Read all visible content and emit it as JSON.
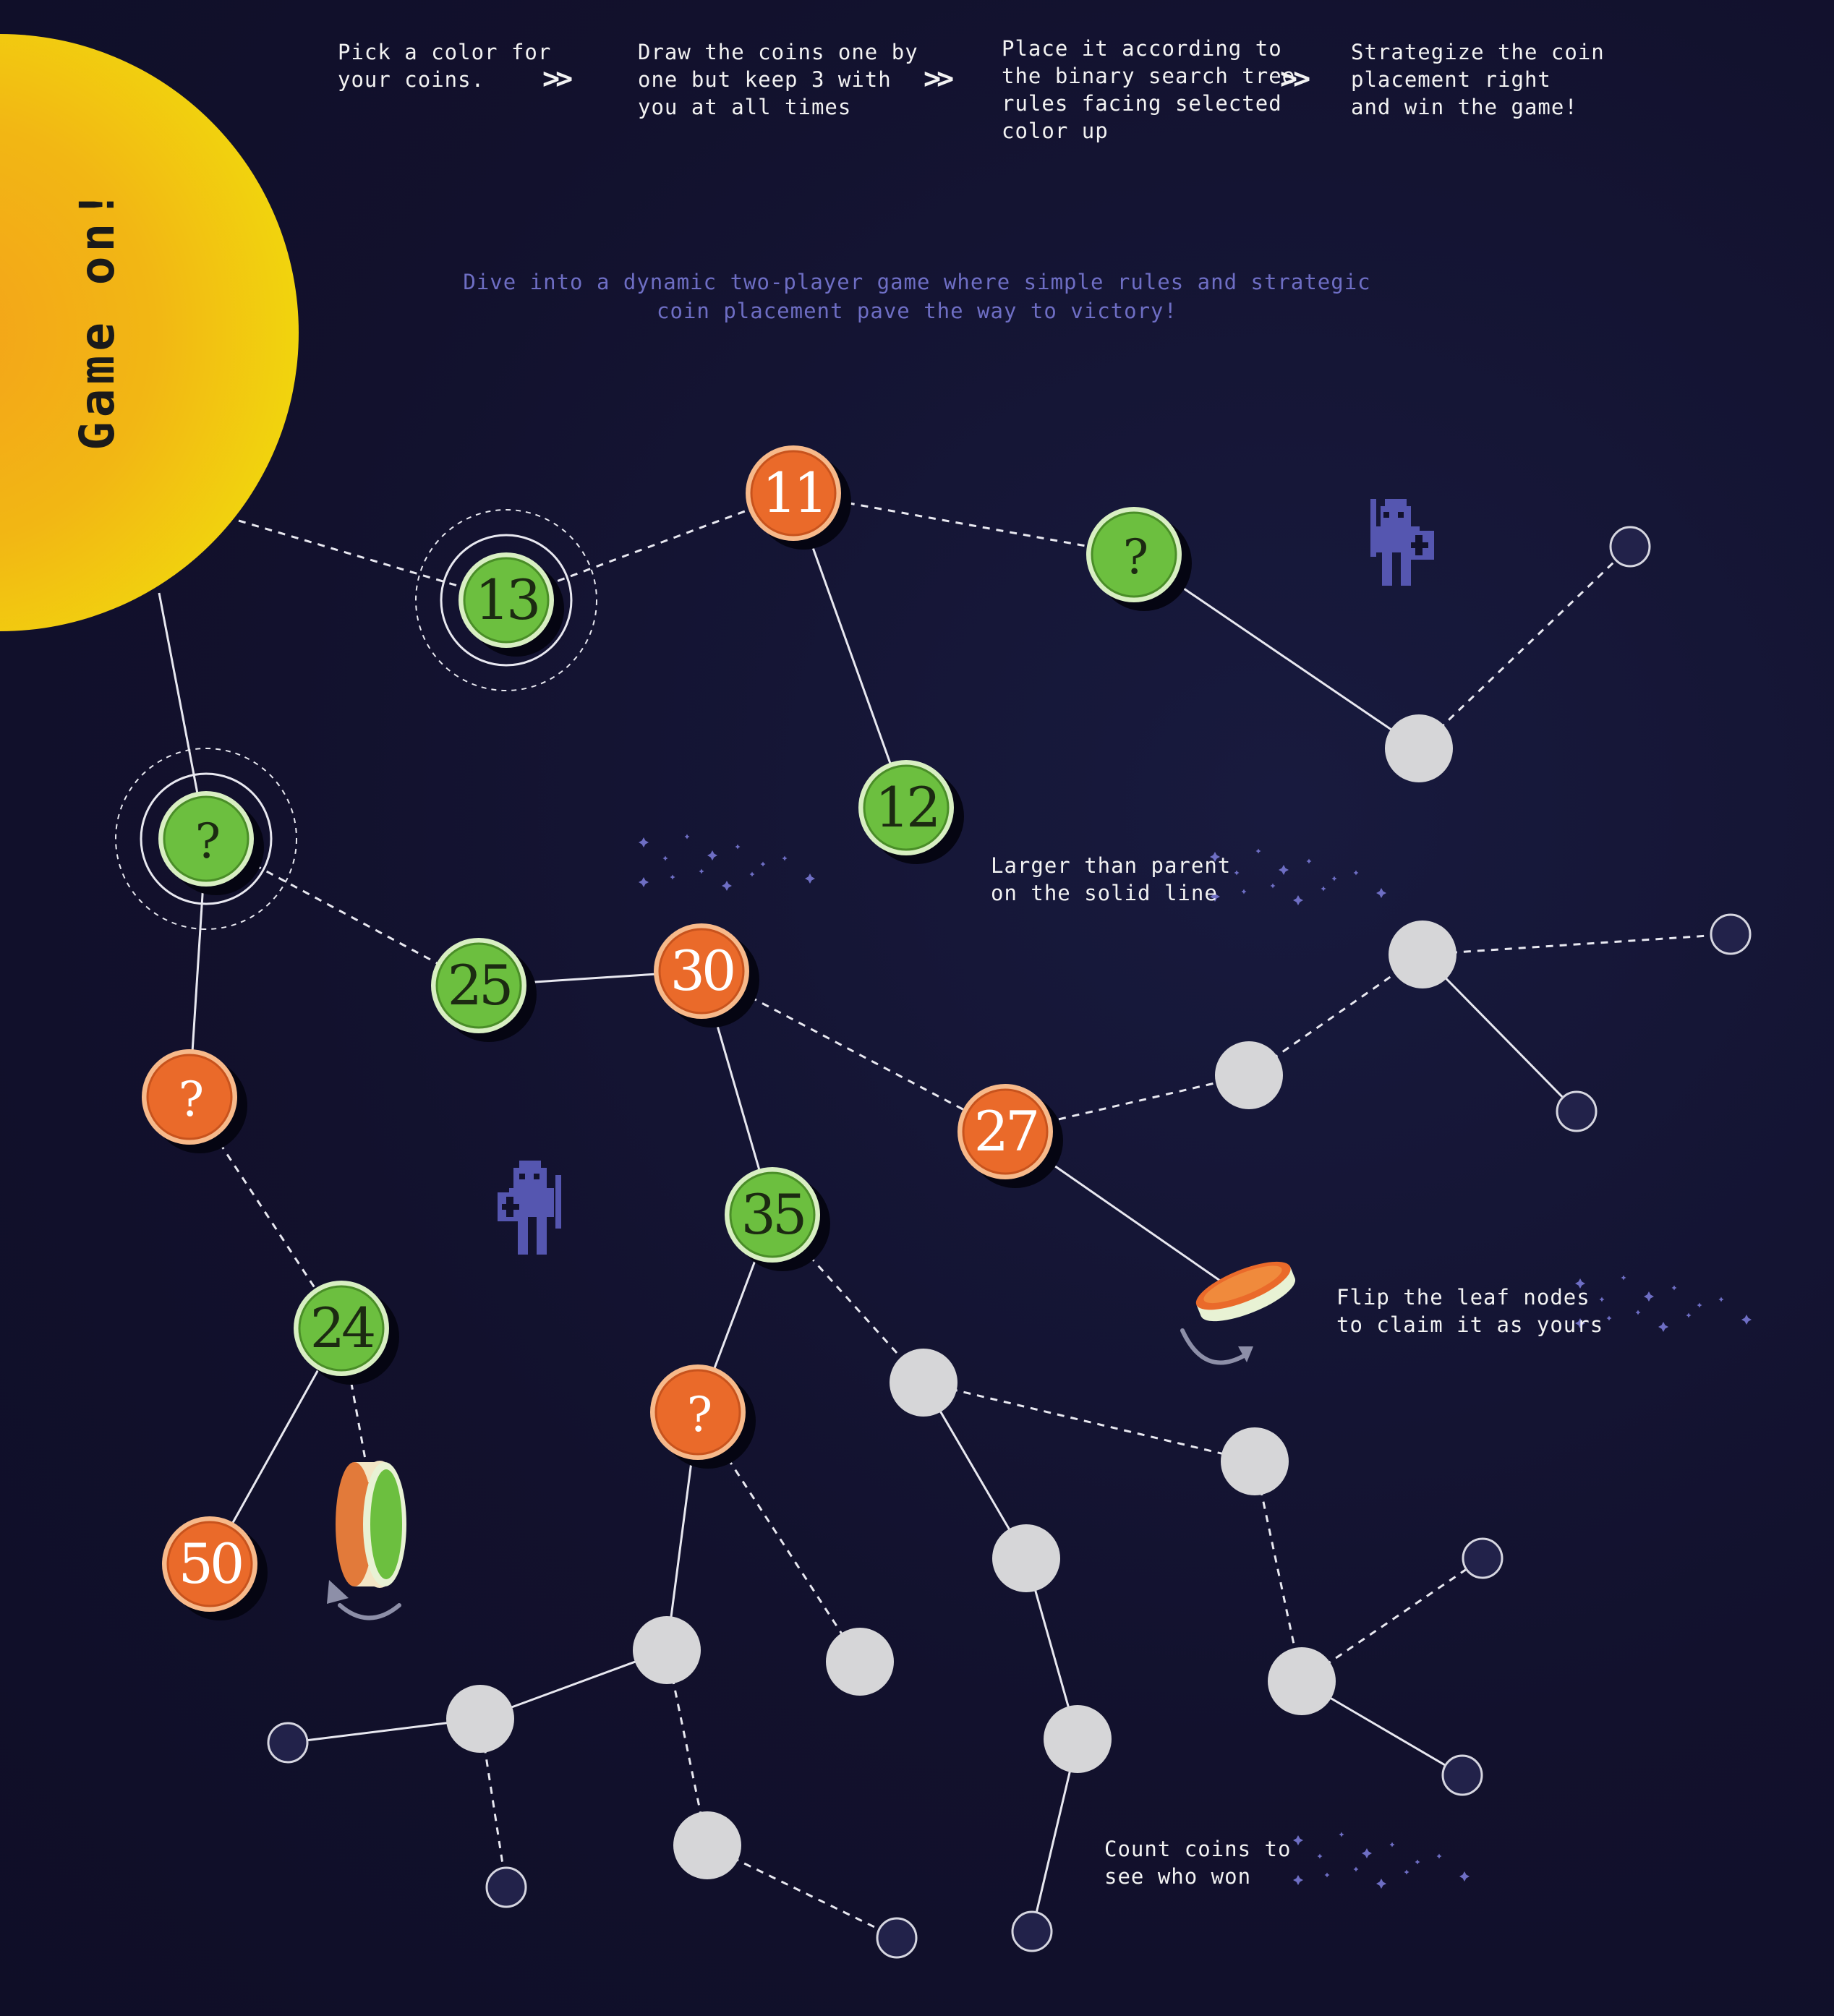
{
  "title": "Game on!",
  "steps": [
    {
      "text": "Pick a color for\nyour coins."
    },
    {
      "text": "Draw the coins one by\none but keep 3 with\nyou at all times"
    },
    {
      "text": "Place it according to\nthe binary search tree\nrules facing selected\ncolor up"
    },
    {
      "text": "Strategize the coin\nplacement right\nand win the game!"
    }
  ],
  "separator": ">>",
  "tagline": "Dive into a dynamic two-player game where simple rules and strategic\ncoin placement pave the way to victory!",
  "callouts": {
    "solid_line": "Larger than parent\non the solid line",
    "flip": "Flip the leaf nodes\nto claim it as yours",
    "count": "Count coins to\nsee who won"
  },
  "colors": {
    "background": "#12112d",
    "sun": "#f1c40f",
    "orange": "#ea6a2a",
    "green": "#6cbf3f",
    "empty_node": "#d6d6d8",
    "accent": "#6e6ec4"
  },
  "coins": [
    {
      "id": "c11",
      "label": "11",
      "color": "orange"
    },
    {
      "id": "c13",
      "label": "13",
      "color": "green"
    },
    {
      "id": "cq1",
      "label": "?",
      "color": "green"
    },
    {
      "id": "c12",
      "label": "12",
      "color": "green"
    },
    {
      "id": "cq2",
      "label": "?",
      "color": "green"
    },
    {
      "id": "c25",
      "label": "25",
      "color": "green"
    },
    {
      "id": "c30",
      "label": "30",
      "color": "orange"
    },
    {
      "id": "cq3",
      "label": "?",
      "color": "orange"
    },
    {
      "id": "c27",
      "label": "27",
      "color": "orange"
    },
    {
      "id": "c35",
      "label": "35",
      "color": "green"
    },
    {
      "id": "c24",
      "label": "24",
      "color": "green"
    },
    {
      "id": "cq4",
      "label": "?",
      "color": "orange"
    },
    {
      "id": "c50",
      "label": "50",
      "color": "orange"
    }
  ],
  "icons": [
    "knight-icon",
    "wizard-icon",
    "flip-arrow-icon",
    "sparkle-icon"
  ]
}
